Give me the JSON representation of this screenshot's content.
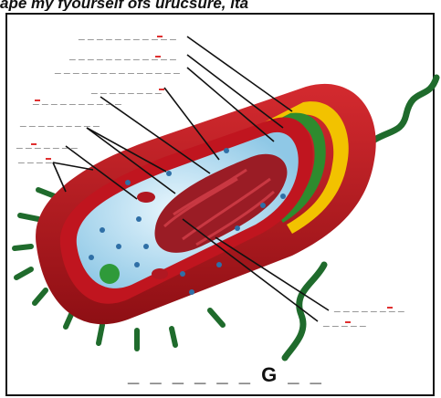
{
  "header": {
    "fragment_text": "ape my fyourself ofs urucsure, ita"
  },
  "colors": {
    "capsule": "#c0151f",
    "cell_wall_dark": "#8a0f14",
    "outer_membrane": "#2e8b2e",
    "peptidoglycan": "#f2c200",
    "cytoplasm": "#bfe3f5",
    "nucleoid": "#9a1c25",
    "flagellum": "#1f6b2c",
    "pili": "#1f6b2c",
    "label_dash": "#222222",
    "label_red_dash": "#e03030"
  },
  "labels": [
    {
      "id": "label-1",
      "text": "_ _ _ _ _ _ _   _ _ _ _"
    },
    {
      "id": "label-2",
      "text": "_ _ _ _ _ _ _   _ _ _ _ _"
    },
    {
      "id": "label-3",
      "text": "_ _ _ _ _ _ _ _ _ _ _ _ _ _"
    },
    {
      "id": "label-4",
      "text": "_ _ _ _ _ _ _ _"
    },
    {
      "id": "label-5",
      "text": "_ _ _ _ _ _ _ _ _ _"
    },
    {
      "id": "label-6",
      "text": "_ _ _ _ _ _ _ _ _"
    },
    {
      "id": "label-7",
      "text": "_ _ _ _ _ _ _"
    },
    {
      "id": "label-8",
      "text": "_ _ _ _"
    },
    {
      "id": "label-9",
      "text": "_ _ _ _ _ _ _ _"
    },
    {
      "id": "label-10",
      "text": "_ _ _ _ _"
    }
  ],
  "answer_blank": {
    "text": "_ _ _ _ _ _ G _ _"
  }
}
